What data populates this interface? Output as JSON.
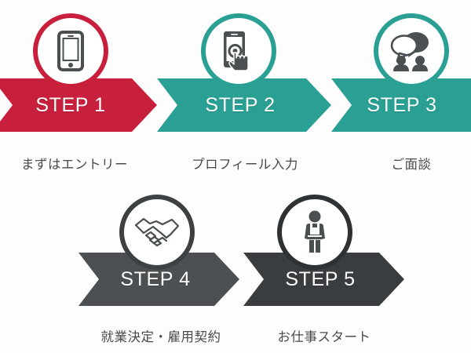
{
  "diagram": {
    "title": "5-step application flow",
    "background": "#fdfdfd",
    "rows": [
      {
        "name": "top-row",
        "step_indexes": [
          0,
          1,
          2
        ]
      },
      {
        "name": "bottom-row",
        "step_indexes": [
          3,
          4
        ]
      }
    ]
  },
  "colors": {
    "step1": "#c8203c",
    "step2": "#2aa094",
    "step3": "#2aa094",
    "step4": "#4c5053",
    "step5": "#3a3d40",
    "icon_gray": "#4a4f52",
    "caption_text": "#4a4a4a",
    "band_text": "#ffffff",
    "page_background": "#fdfdfd"
  },
  "steps": [
    {
      "id": "step-1",
      "label": "STEP 1",
      "caption": "まずはエントリー",
      "color": "#c8203c",
      "icon": "smartphone-icon",
      "icon_label": "smartphone"
    },
    {
      "id": "step-2",
      "label": "STEP 2",
      "caption": "プロフィール入力",
      "color": "#2aa094",
      "icon": "smartphone-tap-icon",
      "icon_label": "smartphone with tapping hand"
    },
    {
      "id": "step-3",
      "label": "STEP 3",
      "caption": "ご面談",
      "color": "#2aa094",
      "icon": "two-people-conversation-icon",
      "icon_label": "two people with speech bubbles"
    },
    {
      "id": "step-4",
      "label": "STEP 4",
      "caption": "就業決定・雇用契約",
      "color": "#4c5053",
      "icon": "handshake-icon",
      "icon_label": "handshake"
    },
    {
      "id": "step-5",
      "label": "STEP 5",
      "caption": "お仕事スタート",
      "color": "#3a3d40",
      "icon": "worker-apron-icon",
      "icon_label": "person wearing apron"
    }
  ]
}
